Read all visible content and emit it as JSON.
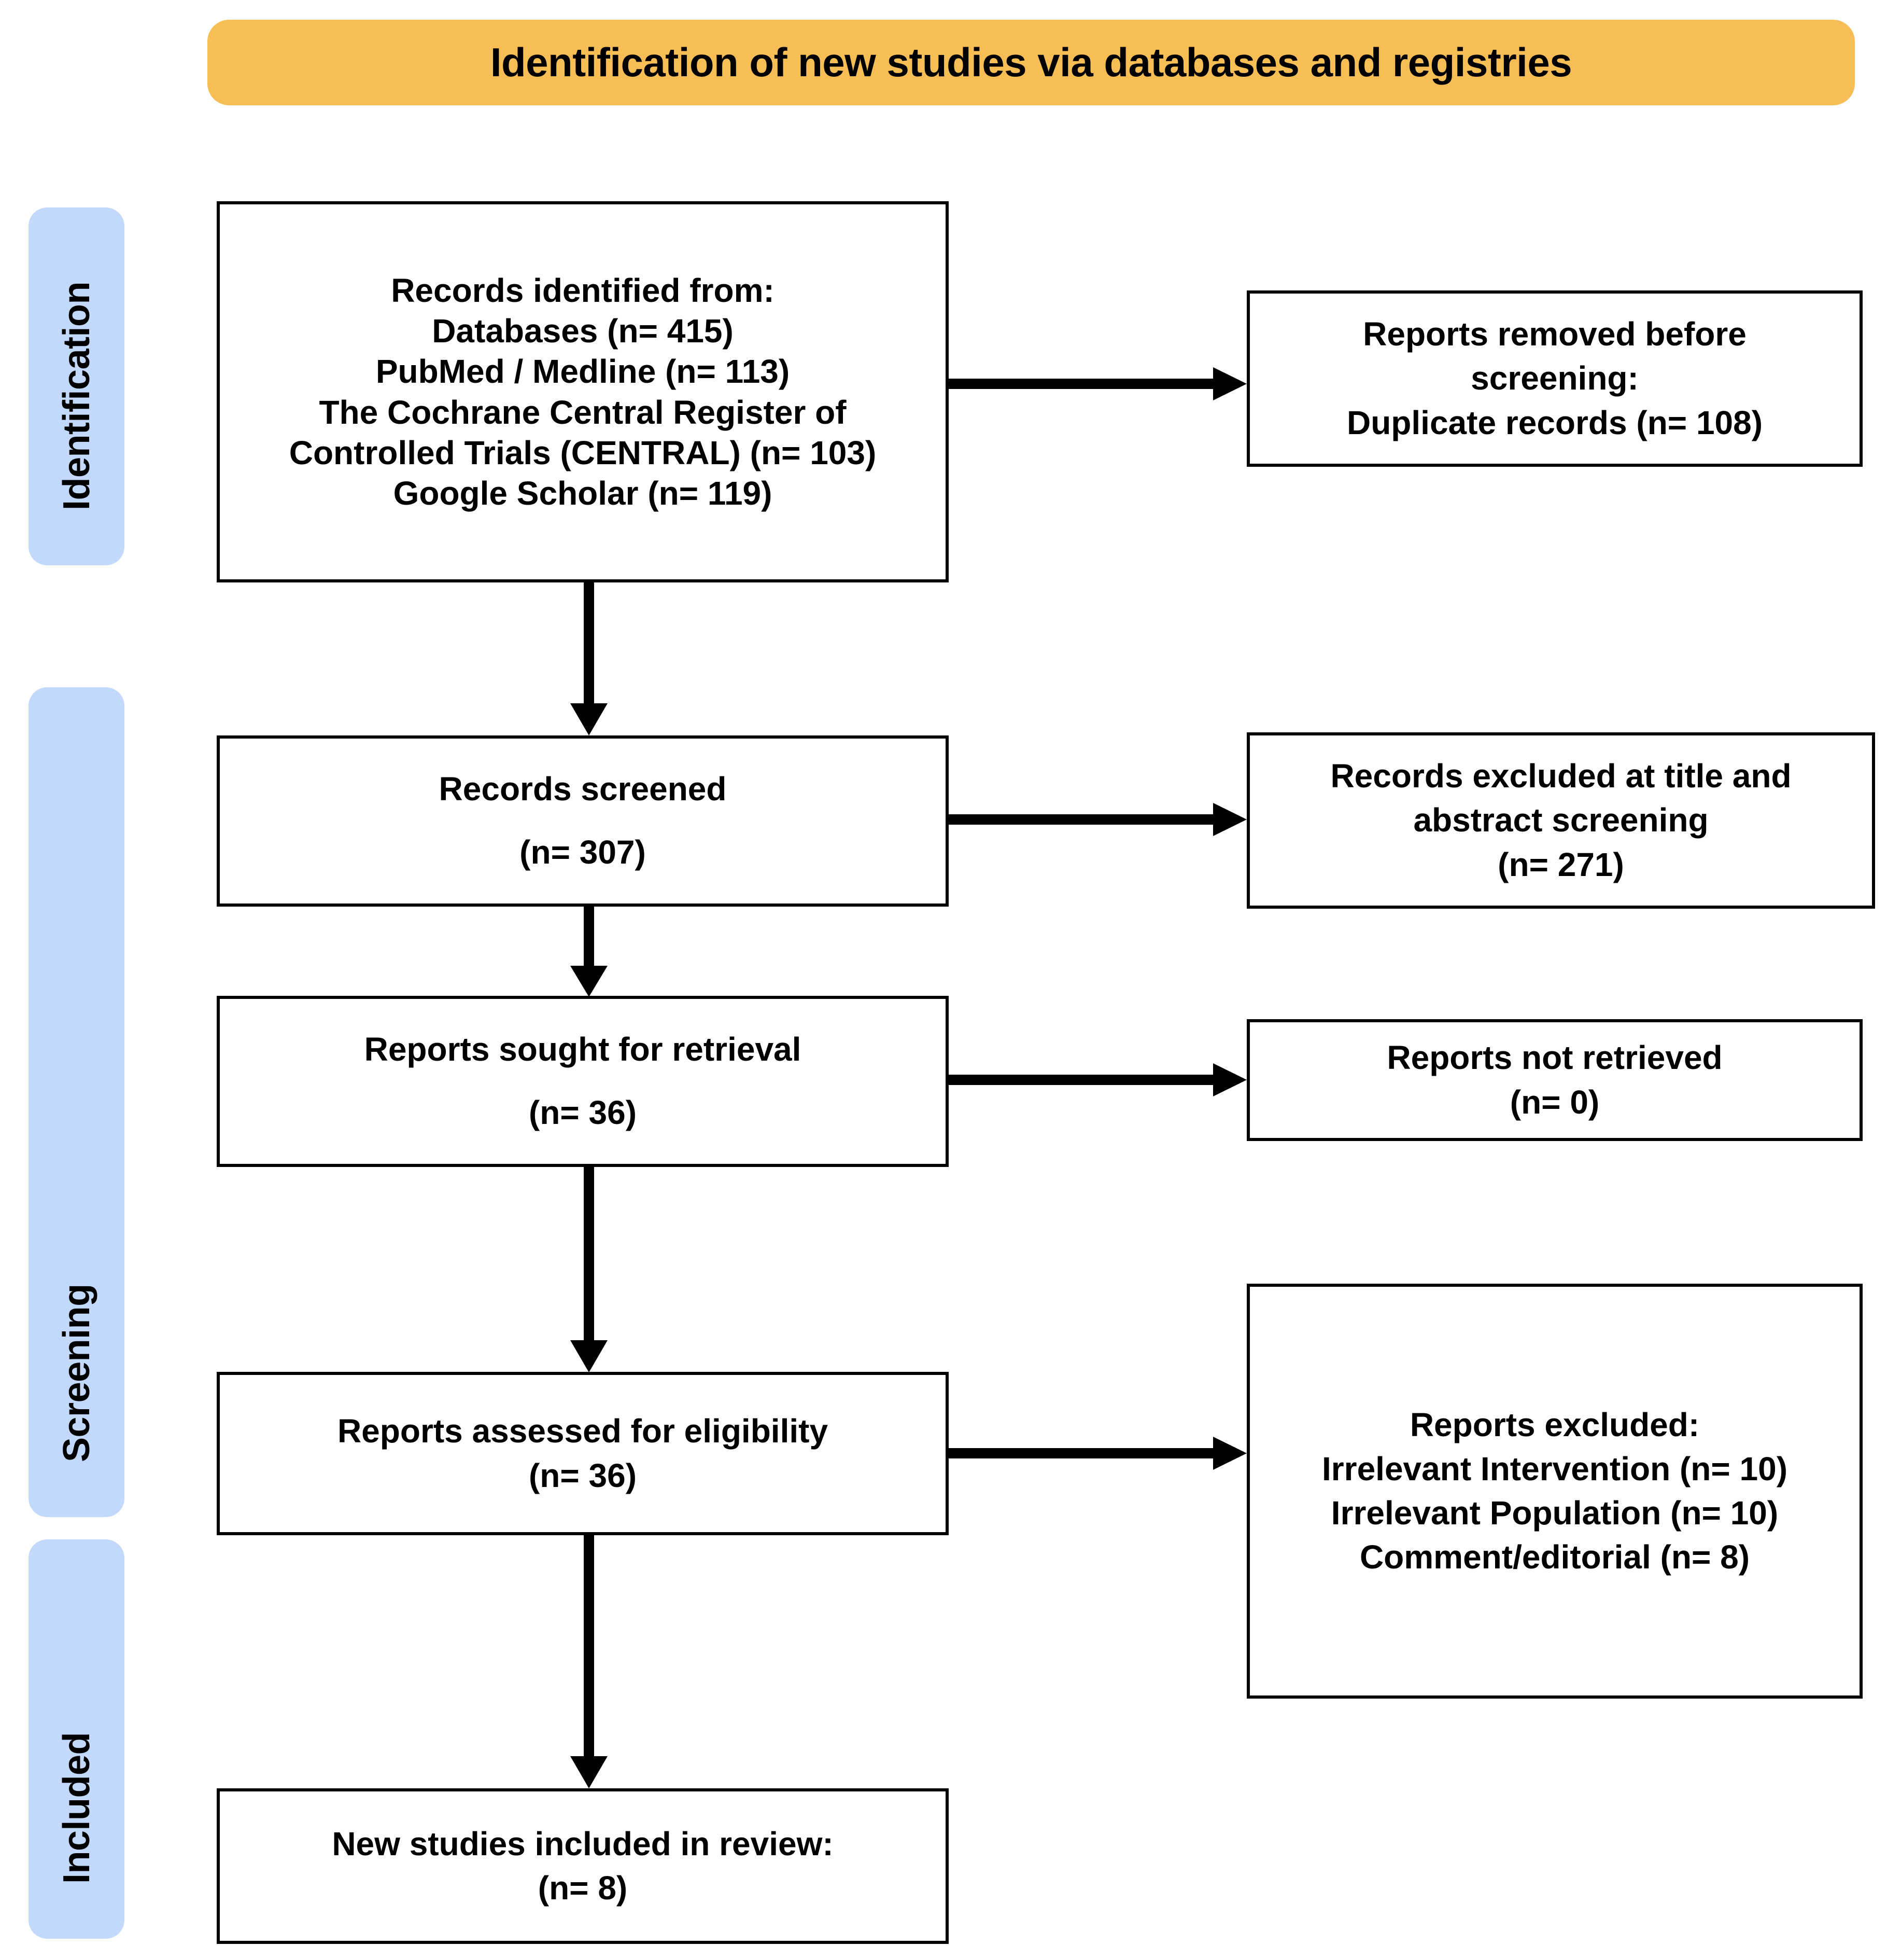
{
  "banner": {
    "title": "Identification of new studies via databases and registries",
    "color": "#F6BE54"
  },
  "stages": [
    {
      "label": "Identification",
      "color": "#C3D9FB"
    },
    {
      "label": "Screening",
      "color": "#C3D9FB"
    },
    {
      "label": "Included",
      "color": "#C3D9FB"
    }
  ],
  "boxes": {
    "identified": {
      "lines": [
        "Records identified from:",
        "Databases (n= 415)",
        "PubMed / Medline (n= 113)",
        "The Cochrane Central Register of",
        "Controlled Trials (CENTRAL) (n= 103)",
        "Google Scholar (n= 119)"
      ]
    },
    "removed_before_screening": {
      "lines": [
        "Reports removed before",
        "screening:",
        "Duplicate records (n= 108)"
      ]
    },
    "screened": {
      "lines": [
        "Records screened",
        "(n= 307)"
      ]
    },
    "excluded_title_abstract": {
      "lines": [
        "Records excluded at title and",
        "abstract screening",
        "(n= 271)"
      ]
    },
    "sought_for_retrieval": {
      "lines": [
        "Reports sought for retrieval",
        "(n= 36)"
      ]
    },
    "not_retrieved": {
      "lines": [
        "Reports not retrieved",
        "(n= 0)"
      ]
    },
    "assessed_for_eligibility": {
      "lines": [
        "Reports assessed for eligibility",
        "(n= 36)"
      ]
    },
    "reports_excluded": {
      "lines": [
        "Reports excluded:",
        "Irrelevant Intervention (n= 10)",
        "Irrelevant Population (n= 10)",
        "Comment/editorial (n= 8)"
      ]
    },
    "new_studies_included": {
      "lines": [
        "New studies included in review:",
        "(n= 8)"
      ]
    }
  },
  "chart_data": {
    "type": "diagram",
    "title": "Identification of new studies via databases and registries",
    "nodes": [
      {
        "id": "identified",
        "stage": "Identification",
        "label": "Records identified from",
        "counts": {
          "Databases": 415,
          "PubMed / Medline": 113,
          "The Cochrane Central Register of Controlled Trials (CENTRAL)": 103,
          "Google Scholar": 119
        }
      },
      {
        "id": "removed_before_screening",
        "stage": "Identification",
        "label": "Reports removed before screening: Duplicate records",
        "n": 108
      },
      {
        "id": "screened",
        "stage": "Screening",
        "label": "Records screened",
        "n": 307
      },
      {
        "id": "excluded_title_abstract",
        "stage": "Screening",
        "label": "Records excluded at title and abstract screening",
        "n": 271
      },
      {
        "id": "sought_for_retrieval",
        "stage": "Screening",
        "label": "Reports sought for retrieval",
        "n": 36
      },
      {
        "id": "not_retrieved",
        "stage": "Screening",
        "label": "Reports not retrieved",
        "n": 0
      },
      {
        "id": "assessed_for_eligibility",
        "stage": "Screening",
        "label": "Reports assessed for eligibility",
        "n": 36
      },
      {
        "id": "reports_excluded",
        "stage": "Screening",
        "label": "Reports excluded",
        "counts": {
          "Irrelevant Intervention": 10,
          "Irrelevant Population": 10,
          "Comment/editorial": 8
        }
      },
      {
        "id": "new_studies_included",
        "stage": "Included",
        "label": "New studies included in review",
        "n": 8
      }
    ],
    "edges": [
      {
        "from": "identified",
        "to": "removed_before_screening",
        "dir": "right"
      },
      {
        "from": "identified",
        "to": "screened",
        "dir": "down"
      },
      {
        "from": "screened",
        "to": "excluded_title_abstract",
        "dir": "right"
      },
      {
        "from": "screened",
        "to": "sought_for_retrieval",
        "dir": "down"
      },
      {
        "from": "sought_for_retrieval",
        "to": "not_retrieved",
        "dir": "right"
      },
      {
        "from": "sought_for_retrieval",
        "to": "assessed_for_eligibility",
        "dir": "down"
      },
      {
        "from": "assessed_for_eligibility",
        "to": "reports_excluded",
        "dir": "right"
      },
      {
        "from": "assessed_for_eligibility",
        "to": "new_studies_included",
        "dir": "down"
      }
    ]
  }
}
